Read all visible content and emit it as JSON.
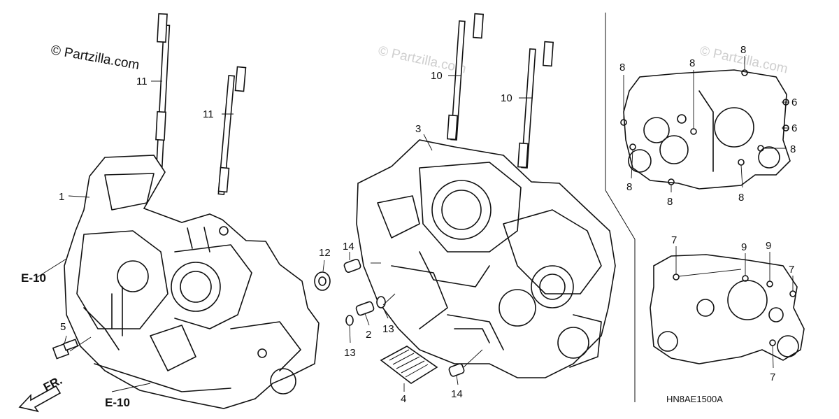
{
  "diagram": {
    "watermark": "© Partzilla.com",
    "diagram_code": "HN8AE1500A",
    "direction_label": "FR.",
    "ref_labels": [
      "E-10",
      "E-10"
    ],
    "callouts": {
      "c1": "1",
      "c2": "2",
      "c3": "3",
      "c4": "4",
      "c5": "5",
      "c6a": "6",
      "c6b": "6",
      "c7a": "7",
      "c7b": "7",
      "c7c": "7",
      "c8a": "8",
      "c8b": "8",
      "c8c": "8",
      "c8d": "8",
      "c8e": "8",
      "c8f": "8",
      "c8g": "8",
      "c9a": "9",
      "c9b": "9",
      "c10a": "10",
      "c10b": "10",
      "c11": "11",
      "c12": "12",
      "c13a": "13",
      "c13b": "13",
      "c14a": "14",
      "c14b": "14"
    }
  }
}
